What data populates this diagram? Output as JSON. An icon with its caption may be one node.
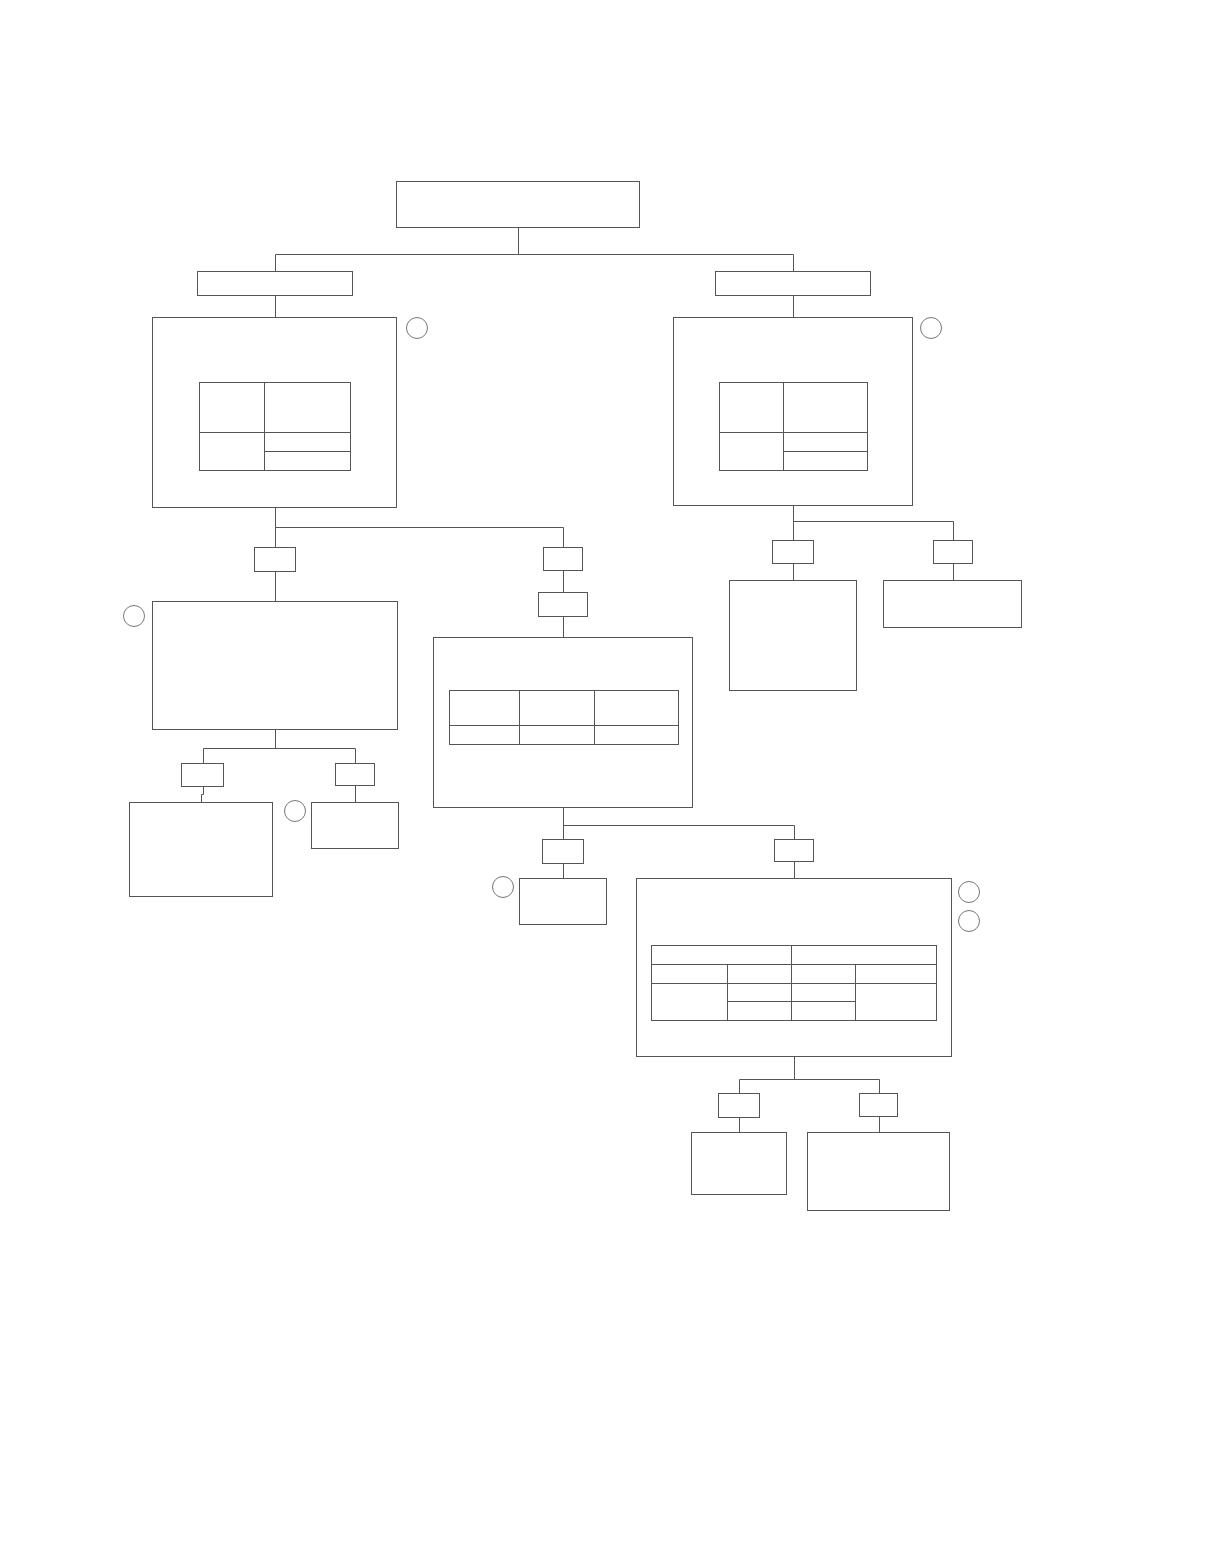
{
  "diagram": {
    "nodes": [
      {
        "text": [],
        "shape": "box"
      },
      {
        "text": [],
        "shape": "box"
      },
      {
        "text": [],
        "shape": "box"
      },
      {
        "text": [],
        "shape": "box"
      },
      {
        "text": [],
        "shape": "circle"
      },
      {
        "text": [],
        "shape": "box"
      },
      {
        "text": [],
        "shape": "circle"
      },
      {
        "text": [],
        "shape": "box"
      },
      {
        "text": [],
        "shape": "box"
      },
      {
        "text": [],
        "shape": "box"
      },
      {
        "text": [],
        "shape": "box"
      },
      {
        "text": [],
        "shape": "box"
      },
      {
        "text": [],
        "shape": "circle"
      },
      {
        "text": [],
        "shape": "box"
      },
      {
        "text": [],
        "shape": "box"
      },
      {
        "text": [],
        "shape": "box"
      },
      {
        "text": [],
        "shape": "box"
      },
      {
        "text": [],
        "shape": "box"
      },
      {
        "text": [],
        "shape": "box"
      },
      {
        "text": [],
        "shape": "box"
      },
      {
        "text": [],
        "shape": "circle"
      },
      {
        "text": [],
        "shape": "box"
      },
      {
        "text": [],
        "shape": "box"
      },
      {
        "text": [],
        "shape": "box"
      },
      {
        "text": [],
        "shape": "circle"
      },
      {
        "text": [],
        "shape": "box"
      },
      {
        "text": [],
        "shape": "box"
      },
      {
        "text": [],
        "shape": "circle"
      },
      {
        "text": [],
        "shape": "circle"
      },
      {
        "text": [],
        "shape": "box"
      },
      {
        "text": [],
        "shape": "box"
      },
      {
        "text": [],
        "shape": "box"
      },
      {
        "text": [],
        "shape": "box"
      }
    ],
    "edges": [
      {
        "from": 0,
        "to": 1,
        "arrow": "none"
      },
      {
        "from": 0,
        "to": 2,
        "arrow": "none"
      },
      {
        "from": 1,
        "to": 3,
        "arrow": "none"
      },
      {
        "from": 2,
        "to": 5,
        "arrow": "none"
      },
      {
        "from": 3,
        "to": 7,
        "arrow": "none"
      },
      {
        "from": 3,
        "to": 8,
        "arrow": "none"
      },
      {
        "from": 5,
        "to": 9,
        "arrow": "none"
      },
      {
        "from": 5,
        "to": 10,
        "arrow": "none"
      },
      {
        "from": 7,
        "to": 13,
        "arrow": "none"
      },
      {
        "from": 8,
        "to": 11,
        "arrow": "none"
      },
      {
        "from": 11,
        "to": 16,
        "arrow": "none"
      },
      {
        "from": 9,
        "to": 14,
        "arrow": "none"
      },
      {
        "from": 10,
        "to": 15,
        "arrow": "none"
      },
      {
        "from": 13,
        "to": 17,
        "arrow": "none"
      },
      {
        "from": 13,
        "to": 18,
        "arrow": "none"
      },
      {
        "from": 17,
        "to": 19,
        "arrow": "none"
      },
      {
        "from": 18,
        "to": 21,
        "arrow": "none"
      },
      {
        "from": 16,
        "to": 22,
        "arrow": "none"
      },
      {
        "from": 16,
        "to": 23,
        "arrow": "none"
      },
      {
        "from": 22,
        "to": 25,
        "arrow": "none"
      },
      {
        "from": 23,
        "to": 26,
        "arrow": "none"
      },
      {
        "from": 26,
        "to": 29,
        "arrow": "none"
      },
      {
        "from": 26,
        "to": 30,
        "arrow": "none"
      },
      {
        "from": 29,
        "to": 31,
        "arrow": "none"
      },
      {
        "from": 30,
        "to": 32,
        "arrow": "none"
      }
    ]
  }
}
